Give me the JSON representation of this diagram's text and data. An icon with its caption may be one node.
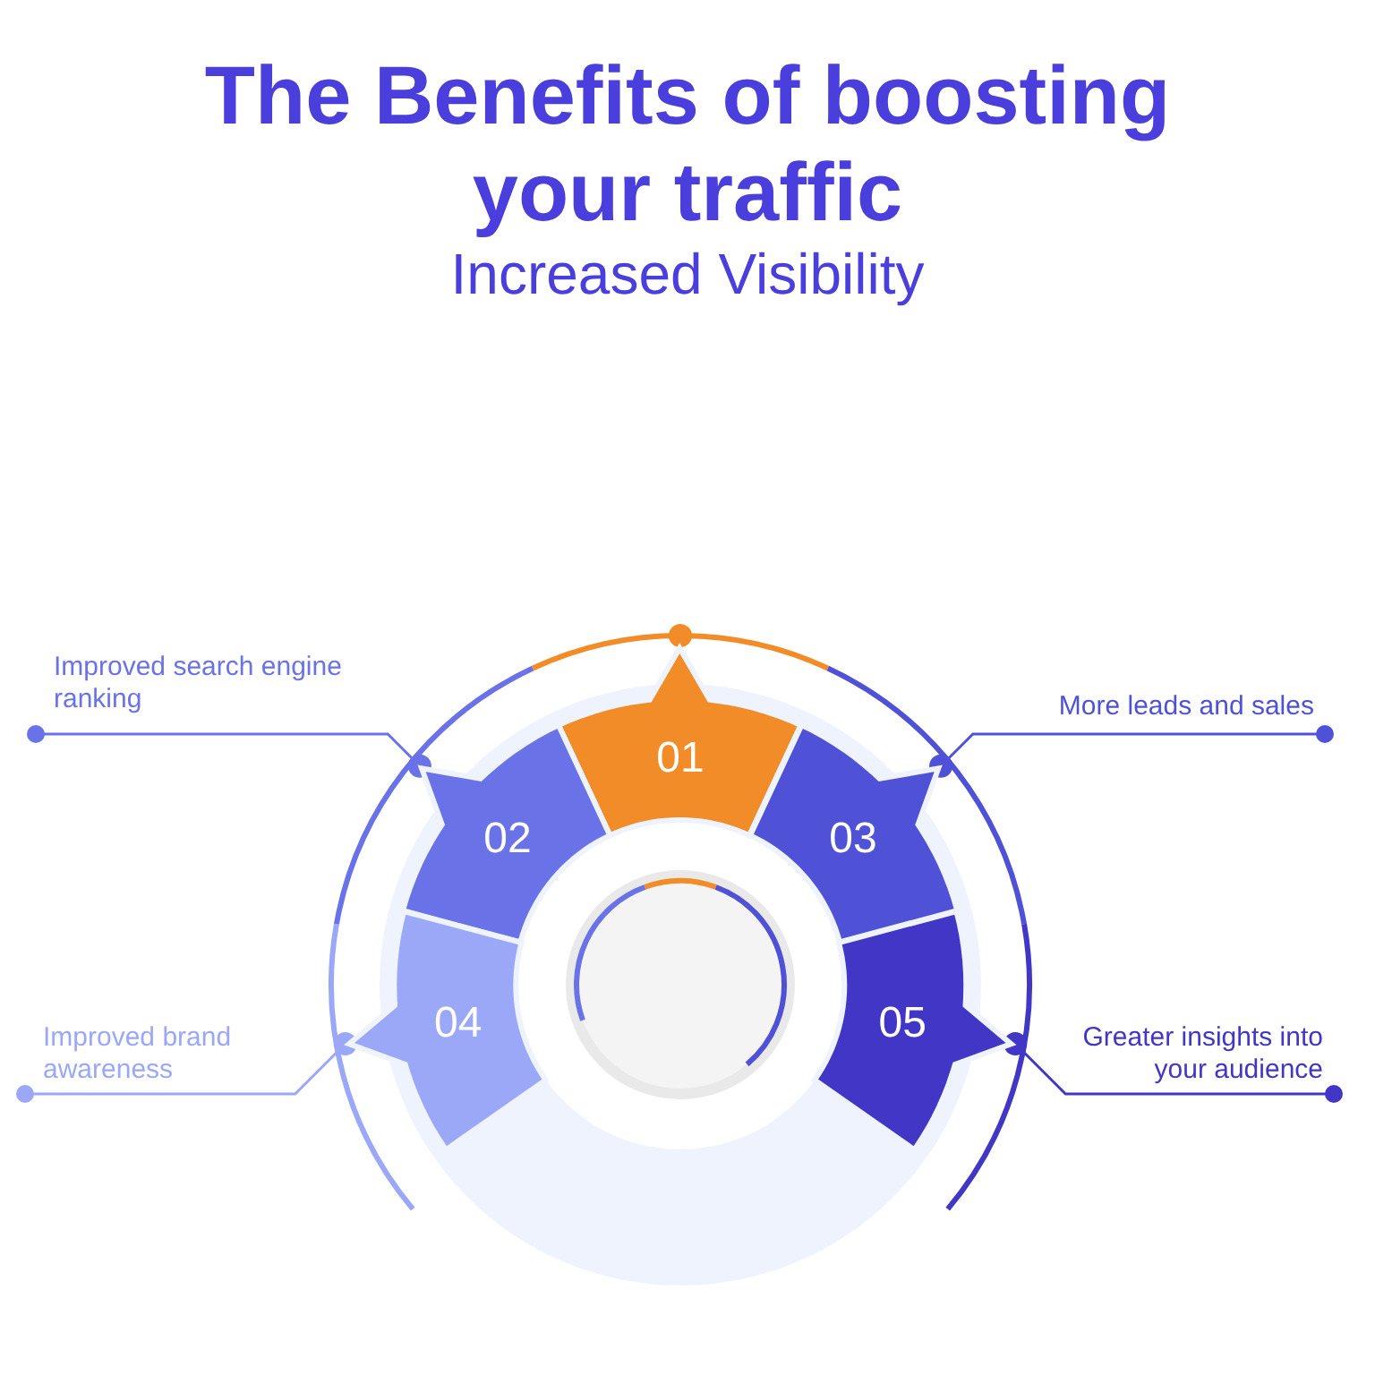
{
  "diagram": {
    "title": "The Benefits of boosting your traffic",
    "nodes": [
      {
        "text": [
          "01"
        ]
      },
      {
        "text": [
          "02"
        ]
      },
      {
        "text": [
          "03"
        ]
      },
      {
        "text": [
          "04"
        ]
      },
      {
        "text": [
          "05"
        ]
      },
      {
        "text": [
          "Improved search engine ranking"
        ]
      },
      {
        "text": [
          "More leads and sales"
        ]
      },
      {
        "text": [
          "Improved brand awareness"
        ]
      },
      {
        "text": [
          "Greater insights into your audience"
        ]
      }
    ],
    "edges": [
      {
        "from": 5,
        "to": 1,
        "arrow": "other",
        "color": "#6a72e8"
      },
      {
        "from": 6,
        "to": 2,
        "arrow": "other",
        "color": "#4f52d6"
      },
      {
        "from": 7,
        "to": 3,
        "arrow": "other",
        "color": "#9aa8f7"
      },
      {
        "from": 8,
        "to": 4,
        "arrow": "other",
        "color": "#4136c6"
      }
    ],
    "labels": [
      "Increased Visibility"
    ]
  }
}
